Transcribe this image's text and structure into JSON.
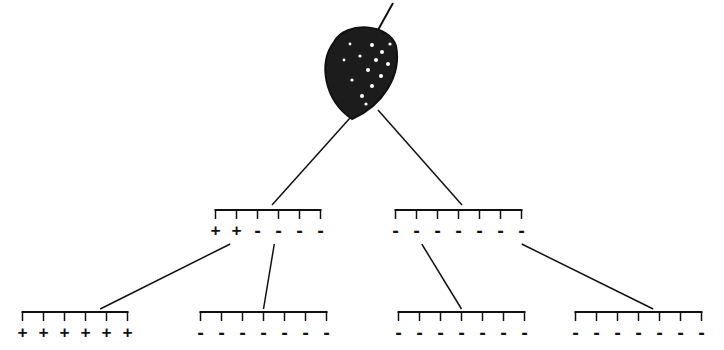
{
  "diagram": {
    "nodes": [
      {
        "text": [
          "+ + - - - -"
        ]
      },
      {
        "text": [
          "- - - - - - -"
        ]
      },
      {
        "text": [
          "+ + + + + +"
        ]
      },
      {
        "text": [
          "- - - - - - -"
        ]
      },
      {
        "text": [
          "- - - - - - -"
        ]
      },
      {
        "text": [
          "- - - - - - -"
        ]
      }
    ],
    "edges": [
      {
        "from": 0,
        "to": 2,
        "arrow": "none"
      },
      {
        "from": 0,
        "to": 3,
        "arrow": "none"
      },
      {
        "from": 1,
        "to": 4,
        "arrow": "none"
      },
      {
        "from": 1,
        "to": 5,
        "arrow": "none"
      }
    ]
  }
}
